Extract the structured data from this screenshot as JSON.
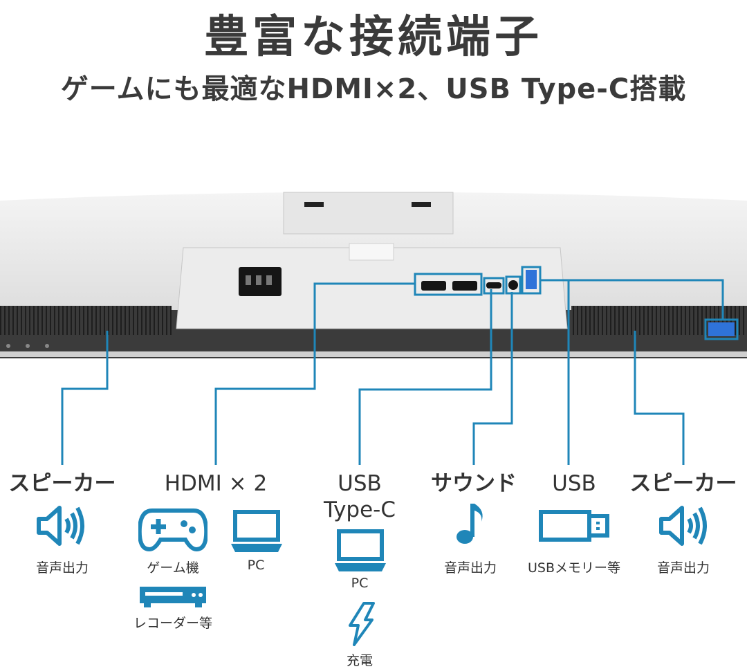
{
  "title": "豊富な接続端子",
  "subtitle": "ゲームにも最適なHDMI×2、USB Type-C搭載",
  "accent_color": "#1f86b8",
  "ports": {
    "speaker_left": {
      "label": "スピーカー",
      "caption": "音声出力",
      "icon": "speaker-icon"
    },
    "hdmi": {
      "label": "HDMI × 2",
      "devices": [
        {
          "caption": "ゲーム機",
          "icon": "gamepad-icon"
        },
        {
          "caption": "PC",
          "icon": "laptop-icon"
        },
        {
          "caption": "レコーダー等",
          "icon": "recorder-icon"
        }
      ]
    },
    "usb_c": {
      "label_line1": "USB",
      "label_line2": "Type-C",
      "devices": [
        {
          "caption": "PC",
          "icon": "laptop-icon"
        },
        {
          "caption": "充電",
          "icon": "lightning-icon"
        }
      ]
    },
    "sound": {
      "label": "サウンド",
      "caption": "音声出力",
      "icon": "music-note-icon"
    },
    "usb": {
      "label": "USB",
      "caption": "USBメモリー等",
      "icon": "usb-drive-icon"
    },
    "speaker_right": {
      "label": "スピーカー",
      "caption": "音声出力",
      "icon": "speaker-icon"
    }
  }
}
